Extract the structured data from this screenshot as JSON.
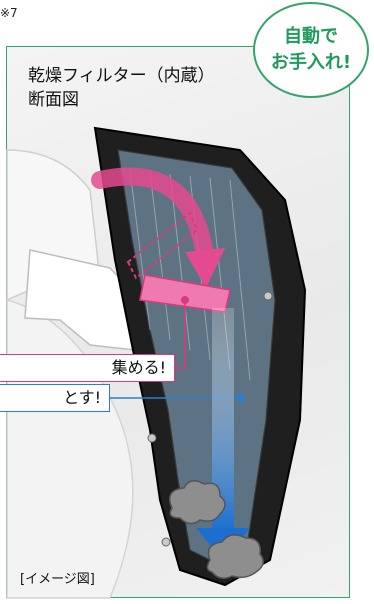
{
  "note": "※7",
  "badge": {
    "line1": "自動で",
    "line2": "お手入れ!"
  },
  "title": {
    "line1": "乾燥フィルター（内蔵）",
    "line2": "断面図"
  },
  "callouts": {
    "pink_text": "集める!",
    "blue_text": "とす!"
  },
  "caption": "[イメージ図]",
  "colors": {
    "green_frame": "#35a46a",
    "pink_arrow": "#e44a8f",
    "blue_arrow": "#2b7fd0"
  }
}
